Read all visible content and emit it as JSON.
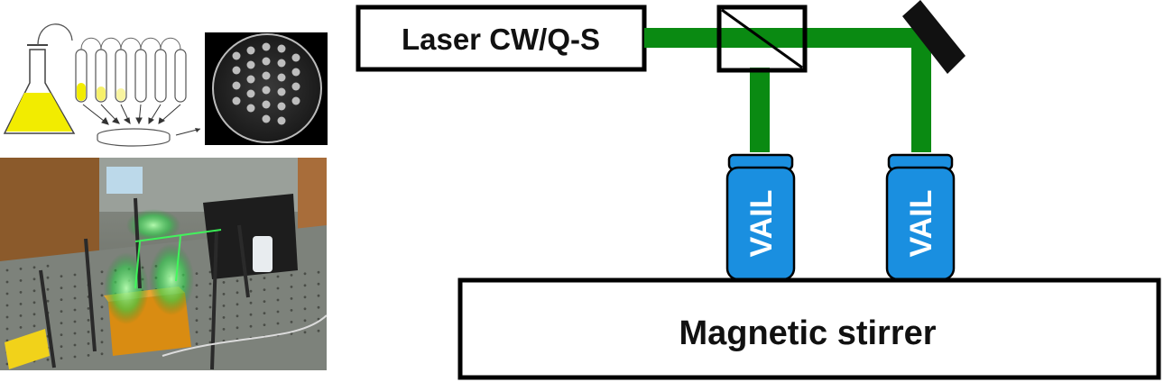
{
  "diagram": {
    "laser_label": "Laser CW/Q-S",
    "vial_left_label": "VAIL",
    "vial_right_label": "VAIL",
    "stirrer_label": "Magnetic stirrer"
  },
  "colors": {
    "beam": "#0a8a12",
    "vial": "#1a8fe0",
    "vial_dark": "#0b5fa8",
    "flask_liquid": "#f2ec00",
    "mirror": "#111111"
  },
  "icons": {
    "serial-dilution": "flask-and-tubes-illustration",
    "agar-plate": "colony-plate-photo",
    "lab-setup": "lab-bench-photo"
  }
}
